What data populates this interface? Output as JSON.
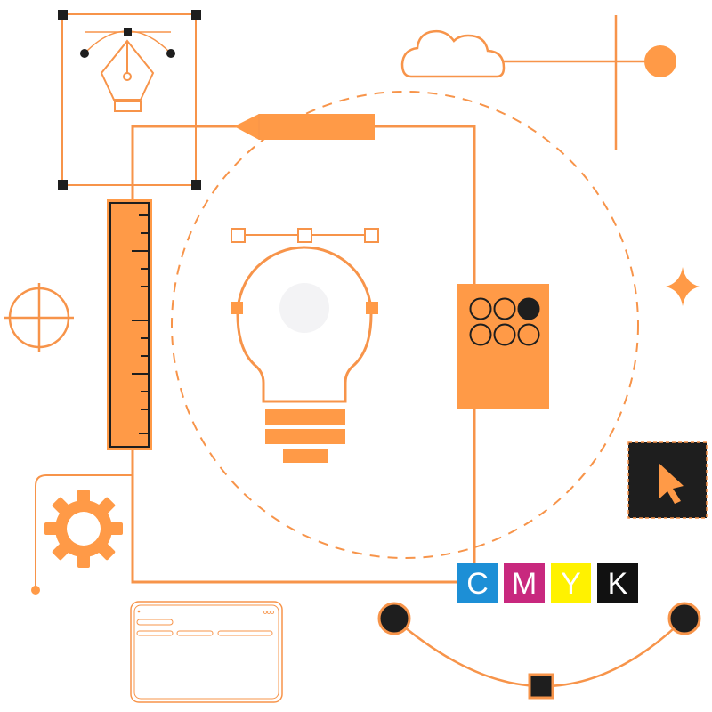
{
  "colors": {
    "orange": "#FF9A47",
    "orange_stroke": "#F7944A",
    "black": "#1E1E1E",
    "bulb_glow": "#F3F3F5",
    "white": "#FFFFFF",
    "cyan": "#1D8FD6",
    "magenta": "#C8287E",
    "yellow": "#FFF200",
    "key": "#111111"
  },
  "cmyk": {
    "c": "C",
    "m": "M",
    "y": "Y",
    "k": "K"
  },
  "icons": [
    "pen-tool-icon",
    "cloud-icon",
    "crosshair-icon",
    "ruler-icon",
    "lightbulb-icon",
    "swatch-card-icon",
    "sparkle-icon",
    "cursor-icon",
    "gear-icon",
    "browser-window-icon",
    "bezier-curve-icon",
    "pencil-icon"
  ]
}
